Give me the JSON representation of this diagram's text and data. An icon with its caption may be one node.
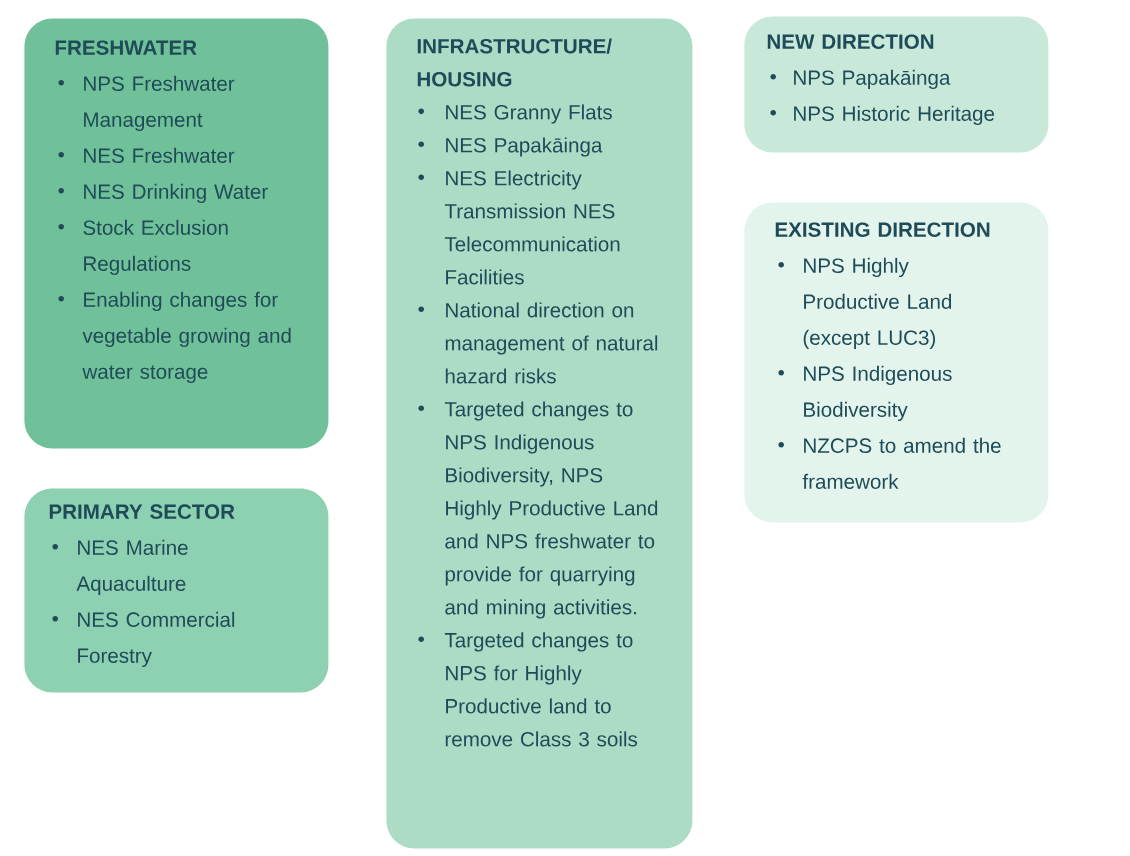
{
  "diagram": {
    "nodes": [
      {
        "text": [
          "FRESHWATER",
          "NPS Freshwater Management",
          "NES Freshwater",
          "NES Drinking Water",
          "Stock Exclusion Regulations",
          "Enabling changes for vegetable growing and water storage"
        ]
      },
      {
        "text": [
          "PRIMARY SECTOR",
          "NES Marine Aquaculture",
          "NES Commercial Forestry"
        ]
      },
      {
        "text": [
          "INFRASTRUCTURE/ HOUSING",
          "NES Granny Flats",
          "NES Papakāinga",
          "NES Electricity Transmission NES Telecommunication Facilities",
          "National direction on management of natural hazard risks",
          "Targeted changes to NPS Indigenous Biodiversity, NPS Highly Productive Land and NPS freshwater to provide for quarrying and mining activities.",
          "Targeted changes to NPS for Highly Productive land to remove Class 3 soils"
        ]
      },
      {
        "text": [
          "NEW DIRECTION",
          "NPS Papakāinga",
          "NPS Historic Heritage"
        ]
      },
      {
        "text": [
          "EXISTING DIRECTION",
          "NPS Highly Productive Land (except LUC3)",
          "NPS Indigenous Biodiversity",
          "NZCPS to amend the framework"
        ]
      }
    ]
  }
}
